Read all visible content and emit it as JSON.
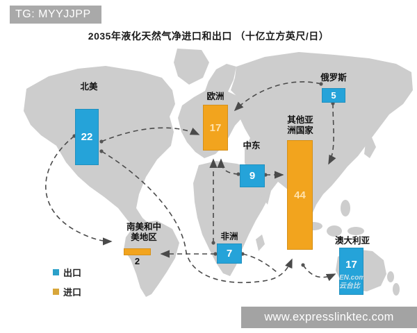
{
  "header": {
    "badge": "TG: MYYJJPP"
  },
  "title": "2035年液化天然气净进口和出口 （十亿立方英尺/日）",
  "legend": [
    {
      "label": "出口",
      "color": "#25a3d9"
    },
    {
      "label": "进口",
      "color": "#f2a41e"
    }
  ],
  "watermark": {
    "line1": "EN.com",
    "line2": "云台比"
  },
  "footer": {
    "website": "www.expresslinktec.com"
  },
  "colors": {
    "export_bar": "#25a3d9",
    "import_bar": "#f2a41e",
    "map_land": "#cdcdcd",
    "flow_line": "#4a4a4a"
  },
  "chart_data": {
    "type": "map-flow-bar",
    "title": "2035年液化天然气净进口和出口 （十亿立方英尺/日）",
    "unit": "十亿立方英尺/日",
    "legend": {
      "export": "出口",
      "import": "进口"
    },
    "regions": [
      {
        "name": "北美",
        "value": 22,
        "role": "export"
      },
      {
        "name": "欧洲",
        "value": 17,
        "role": "import"
      },
      {
        "name": "俄罗斯",
        "value": 5,
        "role": "export"
      },
      {
        "name": "中东",
        "value": 9,
        "role": "export"
      },
      {
        "name": "其他亚洲国家",
        "value": 44,
        "role": "import"
      },
      {
        "name": "南美和中美地区",
        "value": 2,
        "role": "import"
      },
      {
        "name": "非洲",
        "value": 7,
        "role": "export"
      },
      {
        "name": "澳大利亚",
        "value": 17,
        "role": "export"
      }
    ],
    "flows": [
      {
        "from": "北美",
        "to": "欧洲"
      },
      {
        "from": "北美",
        "to": "南美和中美地区"
      },
      {
        "from": "北美",
        "to": "其他亚洲国家"
      },
      {
        "from": "俄罗斯",
        "to": "欧洲"
      },
      {
        "from": "俄罗斯",
        "to": "其他亚洲国家"
      },
      {
        "from": "中东",
        "to": "欧洲"
      },
      {
        "from": "中东",
        "to": "其他亚洲国家"
      },
      {
        "from": "非洲",
        "to": "南美和中美地区"
      },
      {
        "from": "非洲",
        "to": "欧洲"
      },
      {
        "from": "非洲",
        "to": "其他亚洲国家"
      },
      {
        "from": "澳大利亚",
        "to": "其他亚洲国家"
      }
    ]
  }
}
